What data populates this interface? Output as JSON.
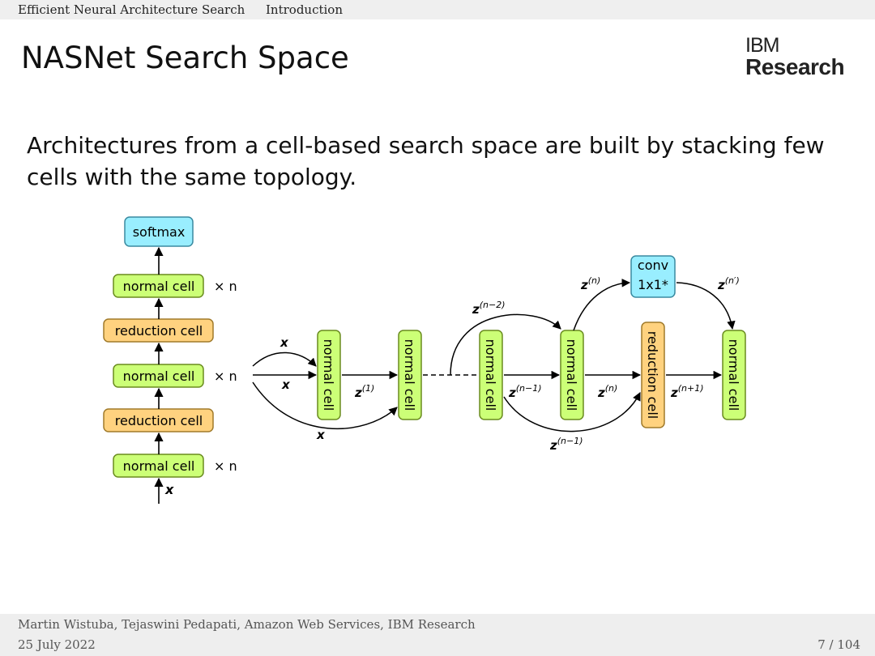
{
  "header": {
    "section": "Efficient Neural Architecture Search",
    "subsection": "Introduction"
  },
  "title": "NASNet Search Space",
  "logo": {
    "line1": "IBM",
    "line2": "Research"
  },
  "body": "Architectures from a cell-based search space are built by stacking few cells with the same topology.",
  "diagram": {
    "stack": {
      "softmax": "softmax",
      "normal_cell": "normal cell",
      "reduction_cell": "reduction cell",
      "times_n": "× n",
      "input": "x"
    },
    "flow": {
      "normal_cell": "normal cell",
      "reduction_cell": "reduction cell",
      "conv_line1": "conv",
      "conv_line2": "1x1*",
      "x": "x",
      "z": "z"
    },
    "colors": {
      "normal_fill": "#ccff77",
      "normal_stroke": "#6a8c1f",
      "reduction_fill": "#ffd27f",
      "reduction_stroke": "#a07a2a",
      "softmax_fill": "#99eeff",
      "softmax_stroke": "#3a8aa0"
    }
  },
  "footer": {
    "authors": "Martin Wistuba, Tejaswini Pedapati, Amazon Web Services, IBM Research",
    "date": "25 July 2022",
    "page": "7 / 104"
  }
}
